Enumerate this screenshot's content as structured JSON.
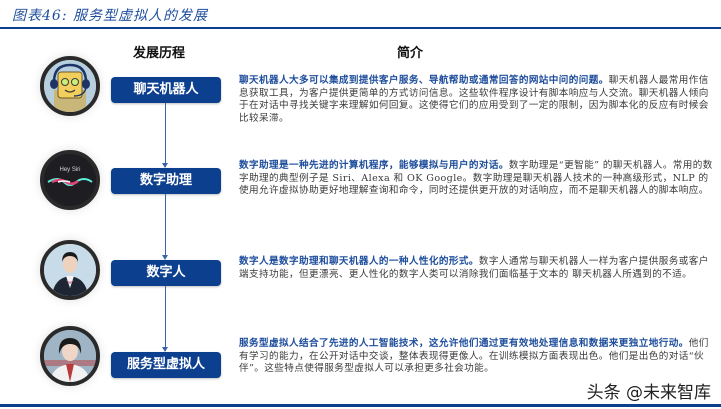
{
  "figure": {
    "title": "图表46:  服务型虚拟人的发展"
  },
  "columns": {
    "history": "发展历程",
    "intro": "简介"
  },
  "stages": [
    {
      "label": "聊天机器人",
      "icon": "robot-headset-icon",
      "lead": "聊天机器人大多可以集成到提供客户服务、导航帮助或通常回答的网站中问的问题。",
      "body": "聊天机器人最常用作信息获取工具，为客户提供更简单的方式访问信息。这些软件程序设计有脚本响应与人交流。聊天机器人倾向于在对话中寻找关键字来理解如何回复。这使得它们的应用受到了一定的限制，因为脚本化的反应有时候会比较呆滞。"
    },
    {
      "label": "数字助理",
      "icon": "siri-waveform-icon",
      "icon_text": "Hey Siri",
      "lead": "数字助理是一种先进的计算机程序，能够模拟与用户的对话。",
      "body": "数字助理是“更智能” 的聊天机器人。常用的数字助理的典型例子是 Siri、Alexa 和 OK Google。数字助理是聊天机器人技术的一种高级形式，NLP 的使用允许虚拟协助更好地理解查询和命令，同时还提供更开放的对话响应，而不是聊天机器人的脚本响应。"
    },
    {
      "label": "数字人",
      "icon": "digital-human-portrait-icon",
      "lead": "数字人是数字助理和聊天机器人的一种人性化的形式。",
      "body": "数字人通常与聊天机器人一样为客户提供服务或客户端支持功能，但更漂亮、更人性化的数字人类可以消除我们面临基于文本的 聊天机器人所遇到的不适。"
    },
    {
      "label": "服务型虚拟人",
      "icon": "service-virtual-human-portrait-icon",
      "lead": "服务型虚拟人结合了先进的人工智能技术，这允许他们通过更有效地处理信息和数据来更独立地行动。",
      "body": "他们有学习的能力，在公开对话中交谈，整体表现得更像人。在训练模拟方面表现出色。他们是出色的对话“伙伴”。这些特点使得服务型虚拟人可以承担更多社会功能。"
    }
  ],
  "watermark": "头条 @未来智库",
  "colors": {
    "brand_blue": "#0d3f8f",
    "lead_text_blue": "#1f4e9c",
    "body_text": "#3a3a3a"
  }
}
